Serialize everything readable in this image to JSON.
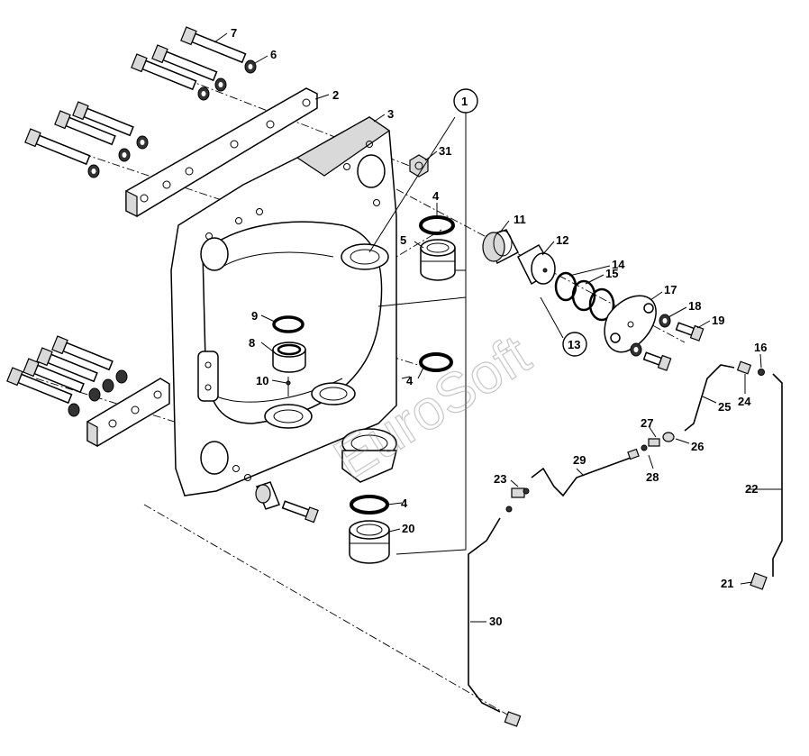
{
  "callouts": {
    "c1": "1",
    "c2": "2",
    "c3": "3",
    "c4a": "4",
    "c4b": "4",
    "c4c": "4",
    "c5": "5",
    "c6": "6",
    "c7": "7",
    "c8": "8",
    "c9": "9",
    "c10": "10",
    "c11": "11",
    "c12": "12",
    "c13": "13",
    "c14": "14",
    "c15": "15",
    "c16": "16",
    "c17": "17",
    "c18": "18",
    "c19": "19",
    "c20": "20",
    "c21": "21",
    "c22": "22",
    "c23": "23",
    "c24": "24",
    "c25": "25",
    "c26": "26",
    "c27": "27",
    "c28": "28",
    "c29": "29",
    "c30": "30",
    "c31": "31"
  },
  "watermark": "EuroSoft"
}
